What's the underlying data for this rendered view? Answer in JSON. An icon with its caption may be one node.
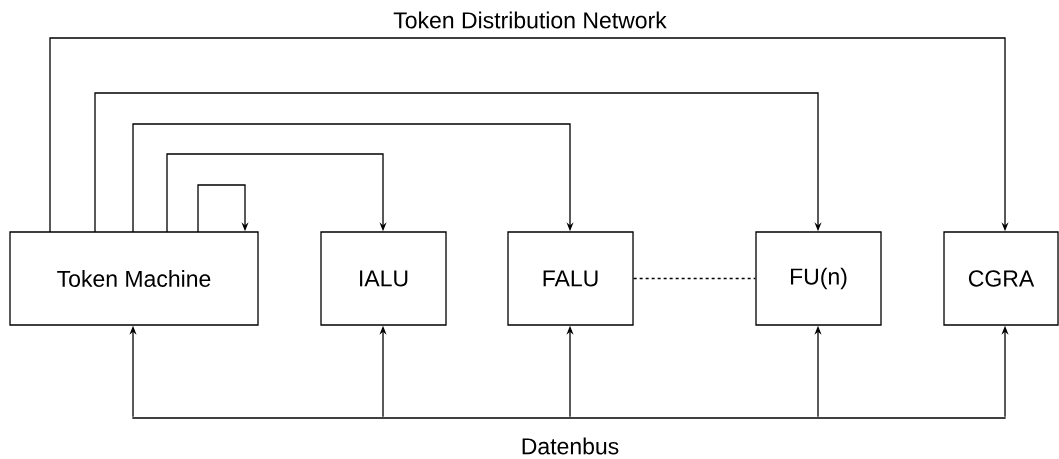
{
  "diagram": {
    "title": "Token Distribution Network",
    "nodes": [
      {
        "text": [
          "Token Machine"
        ]
      },
      {
        "text": [
          "IALU"
        ]
      },
      {
        "text": [
          "FALU"
        ]
      },
      {
        "text": [
          "FU(n)"
        ]
      },
      {
        "text": [
          "CGRA"
        ]
      },
      {
        "text": [],
        "shape": "bar",
        "beside": [
          "Datenbus"
        ]
      }
    ],
    "edges": [
      {
        "from": 0,
        "to": 4,
        "arrow": "to"
      },
      {
        "from": 0,
        "to": 3,
        "arrow": "to"
      },
      {
        "from": 0,
        "to": 2,
        "arrow": "to"
      },
      {
        "from": 0,
        "to": 1,
        "arrow": "to"
      },
      {
        "from": 0,
        "to": 0,
        "arrow": "to"
      },
      {
        "from": 5,
        "to": 0,
        "arrow": "to"
      },
      {
        "from": 5,
        "to": 1,
        "arrow": "to"
      },
      {
        "from": 5,
        "to": 2,
        "arrow": "to"
      },
      {
        "from": 5,
        "to": 3,
        "arrow": "to"
      },
      {
        "from": 5,
        "to": 4,
        "arrow": "to"
      },
      {
        "from": 2,
        "to": 3,
        "arrow": "none",
        "style": "dashed"
      }
    ]
  }
}
